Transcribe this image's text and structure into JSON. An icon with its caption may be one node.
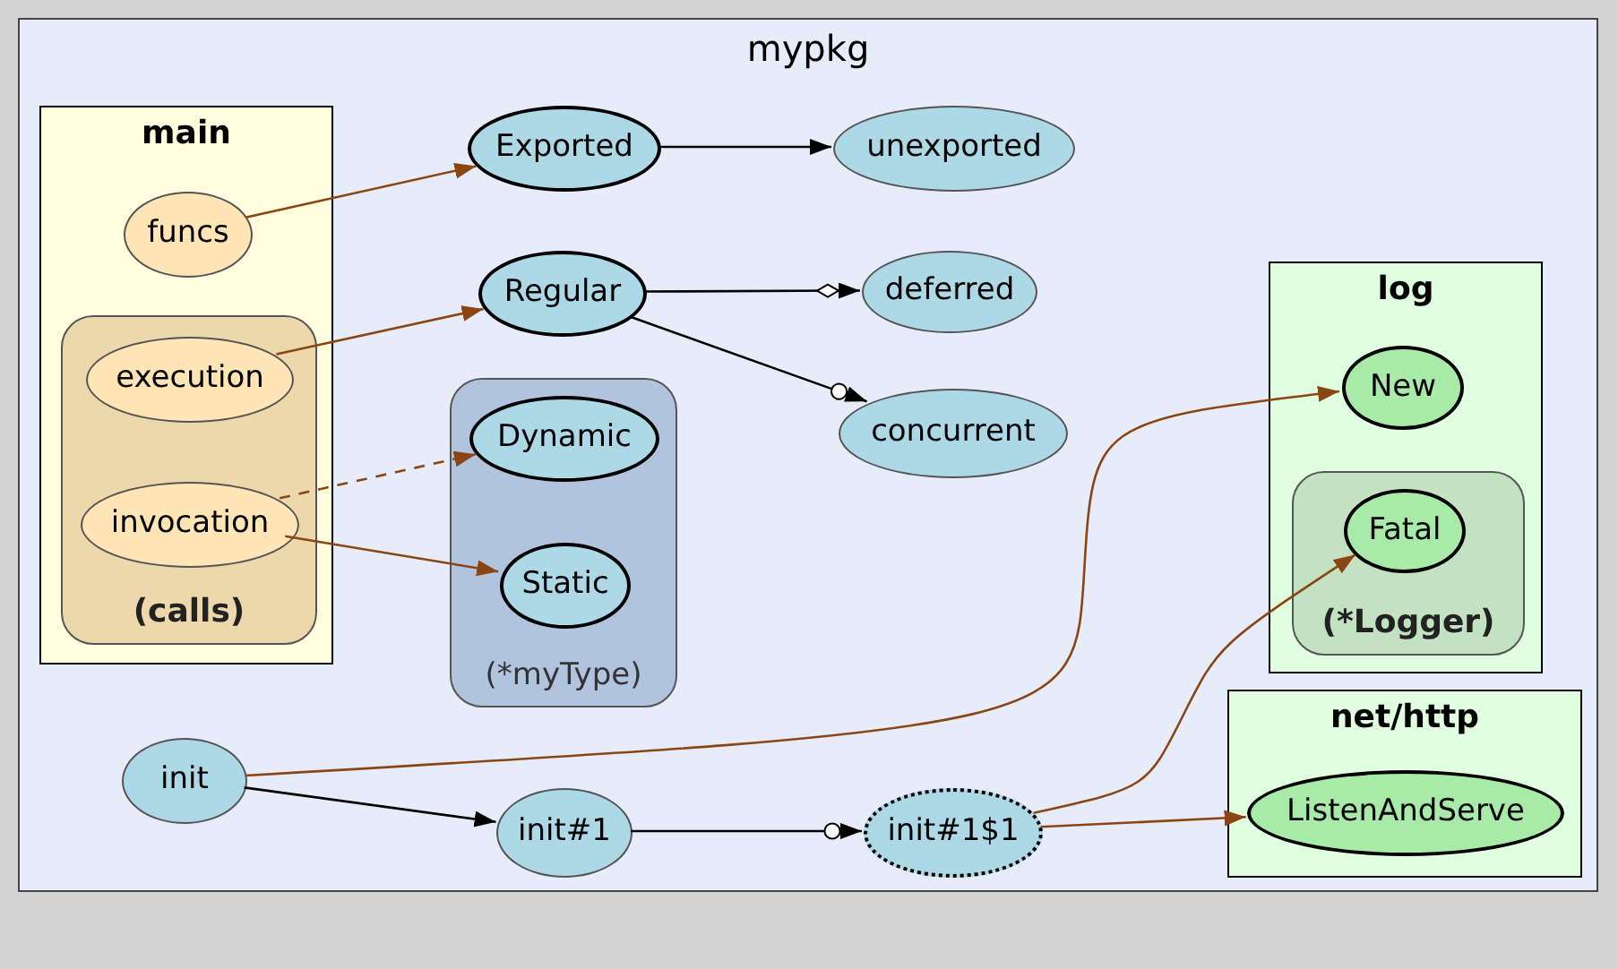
{
  "diagram": {
    "nodes": [
      {
        "text": [
          "mypkg"
        ]
      },
      {
        "text": [
          "main"
        ],
        "in": 0
      },
      {
        "text": [
          "funcs"
        ],
        "in": 1
      },
      {
        "text": [
          "(calls)"
        ],
        "in": 1
      },
      {
        "text": [
          "execution"
        ],
        "in": 3
      },
      {
        "text": [
          "invocation"
        ],
        "in": 3
      },
      {
        "text": [
          "Exported"
        ],
        "in": 0
      },
      {
        "text": [
          "unexported"
        ],
        "in": 0
      },
      {
        "text": [
          "Regular"
        ],
        "in": 0
      },
      {
        "text": [
          "deferred"
        ],
        "in": 0
      },
      {
        "text": [
          "concurrent"
        ],
        "in": 0
      },
      {
        "text": [
          "(*myType)"
        ],
        "in": 0
      },
      {
        "text": [
          "Dynamic"
        ],
        "in": 11
      },
      {
        "text": [
          "Static"
        ],
        "in": 11
      },
      {
        "text": [
          "log"
        ],
        "in": 0
      },
      {
        "text": [
          "New"
        ],
        "in": 14
      },
      {
        "text": [
          "(*Logger)"
        ],
        "in": 14
      },
      {
        "text": [
          "Fatal"
        ],
        "in": 16
      },
      {
        "text": [
          "init"
        ],
        "in": 0
      },
      {
        "text": [
          "init#1"
        ],
        "in": 0
      },
      {
        "text": [
          "init#1$1"
        ],
        "in": 0
      },
      {
        "text": [
          "net/http"
        ],
        "in": 0
      },
      {
        "text": [
          "ListenAndServe"
        ],
        "in": 21
      }
    ],
    "edges": [
      {
        "from": 2,
        "to": 6,
        "arrow": "to"
      },
      {
        "from": 4,
        "to": 8,
        "arrow": "to"
      },
      {
        "from": 5,
        "to": 12,
        "arrow": "to",
        "style": "dashed"
      },
      {
        "from": 5,
        "to": 13,
        "arrow": "to"
      },
      {
        "from": 6,
        "to": 7,
        "arrow": "to",
        "color": "#000000"
      },
      {
        "from": 8,
        "to": 9,
        "arrow": "to",
        "color": "#000000"
      },
      {
        "from": 8,
        "to": 10,
        "arrow": "to",
        "color": "#000000"
      },
      {
        "from": 18,
        "to": 15,
        "arrow": "to"
      },
      {
        "from": 18,
        "to": 19,
        "arrow": "to",
        "color": "#000000"
      },
      {
        "from": 19,
        "to": 20,
        "arrow": "to",
        "color": "#000000"
      },
      {
        "from": 20,
        "to": 17,
        "arrow": "to"
      },
      {
        "from": 20,
        "to": 22,
        "arrow": "to"
      }
    ]
  }
}
